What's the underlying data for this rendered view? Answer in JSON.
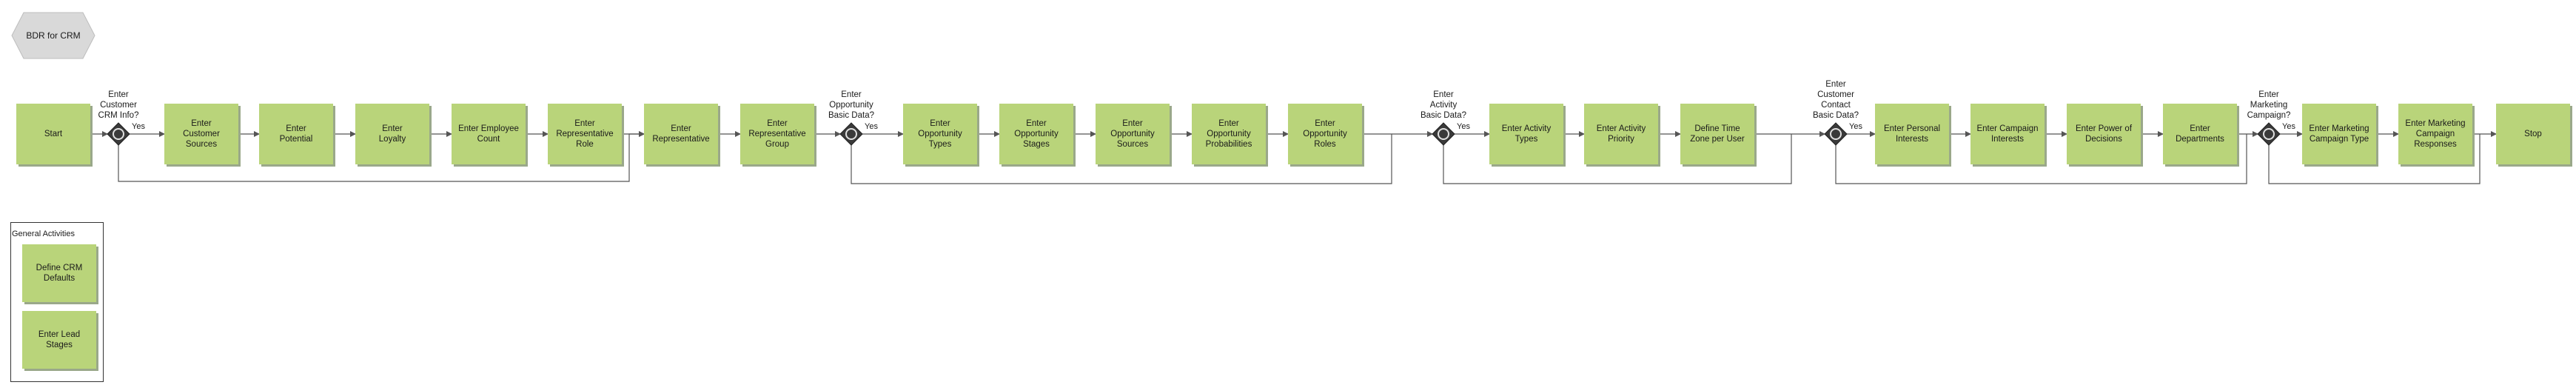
{
  "title": "BDR for CRM",
  "flow": {
    "start": "Start",
    "g1": "Enter\nCustomer\nCRM Info?",
    "customer_sources": "Enter\nCustomer\nSources",
    "potential": "Enter\nPotential",
    "loyalty": "Enter\nLoyalty",
    "employee_count": "Enter Employee\nCount",
    "representative_role": "Enter\nRepresentative\nRole",
    "representative": "Enter\nRepresentative",
    "representative_group": "Enter\nRepresentative\nGroup",
    "g2": "Enter\nOpportunity\nBasic Data?",
    "opportunity_types": "Enter\nOpportunity\nTypes",
    "opportunity_stages": "Enter\nOpportunity\nStages",
    "opportunity_sources": "Enter\nOpportunity\nSources",
    "opportunity_probabilities": "Enter\nOpportunity\nProbabilities",
    "opportunity_roles": "Enter\nOpportunity\nRoles",
    "g3": "Enter\nActivity\nBasic Data?",
    "activity_types": "Enter Activity\nTypes",
    "activity_priority": "Enter Activity\nPriority",
    "time_zone": "Define Time\nZone per User",
    "g4": "Enter\nCustomer\nContact\nBasic Data?",
    "personal_interests": "Enter Personal\nInterests",
    "campaign_interests": "Enter Campaign\nInterests",
    "power_of_decisions": "Enter Power of\nDecisions",
    "departments": "Enter\nDepartments",
    "g5": "Enter\nMarketing\nCampaign?",
    "marketing_campaign_type": "Enter Marketing\nCampaign Type",
    "marketing_campaign_responses": "Enter Marketing\nCampaign\nResponses",
    "stop": "Stop"
  },
  "yes_label": "Yes",
  "general": {
    "label": "General Activities",
    "crm_defaults": "Define CRM\nDefaults",
    "lead_stages": "Enter Lead\nStages"
  },
  "colors": {
    "activity_fill": "#b9d47a",
    "shadow": "#9aa88a",
    "line": "#555555",
    "gateway": "#3a3a3a"
  }
}
